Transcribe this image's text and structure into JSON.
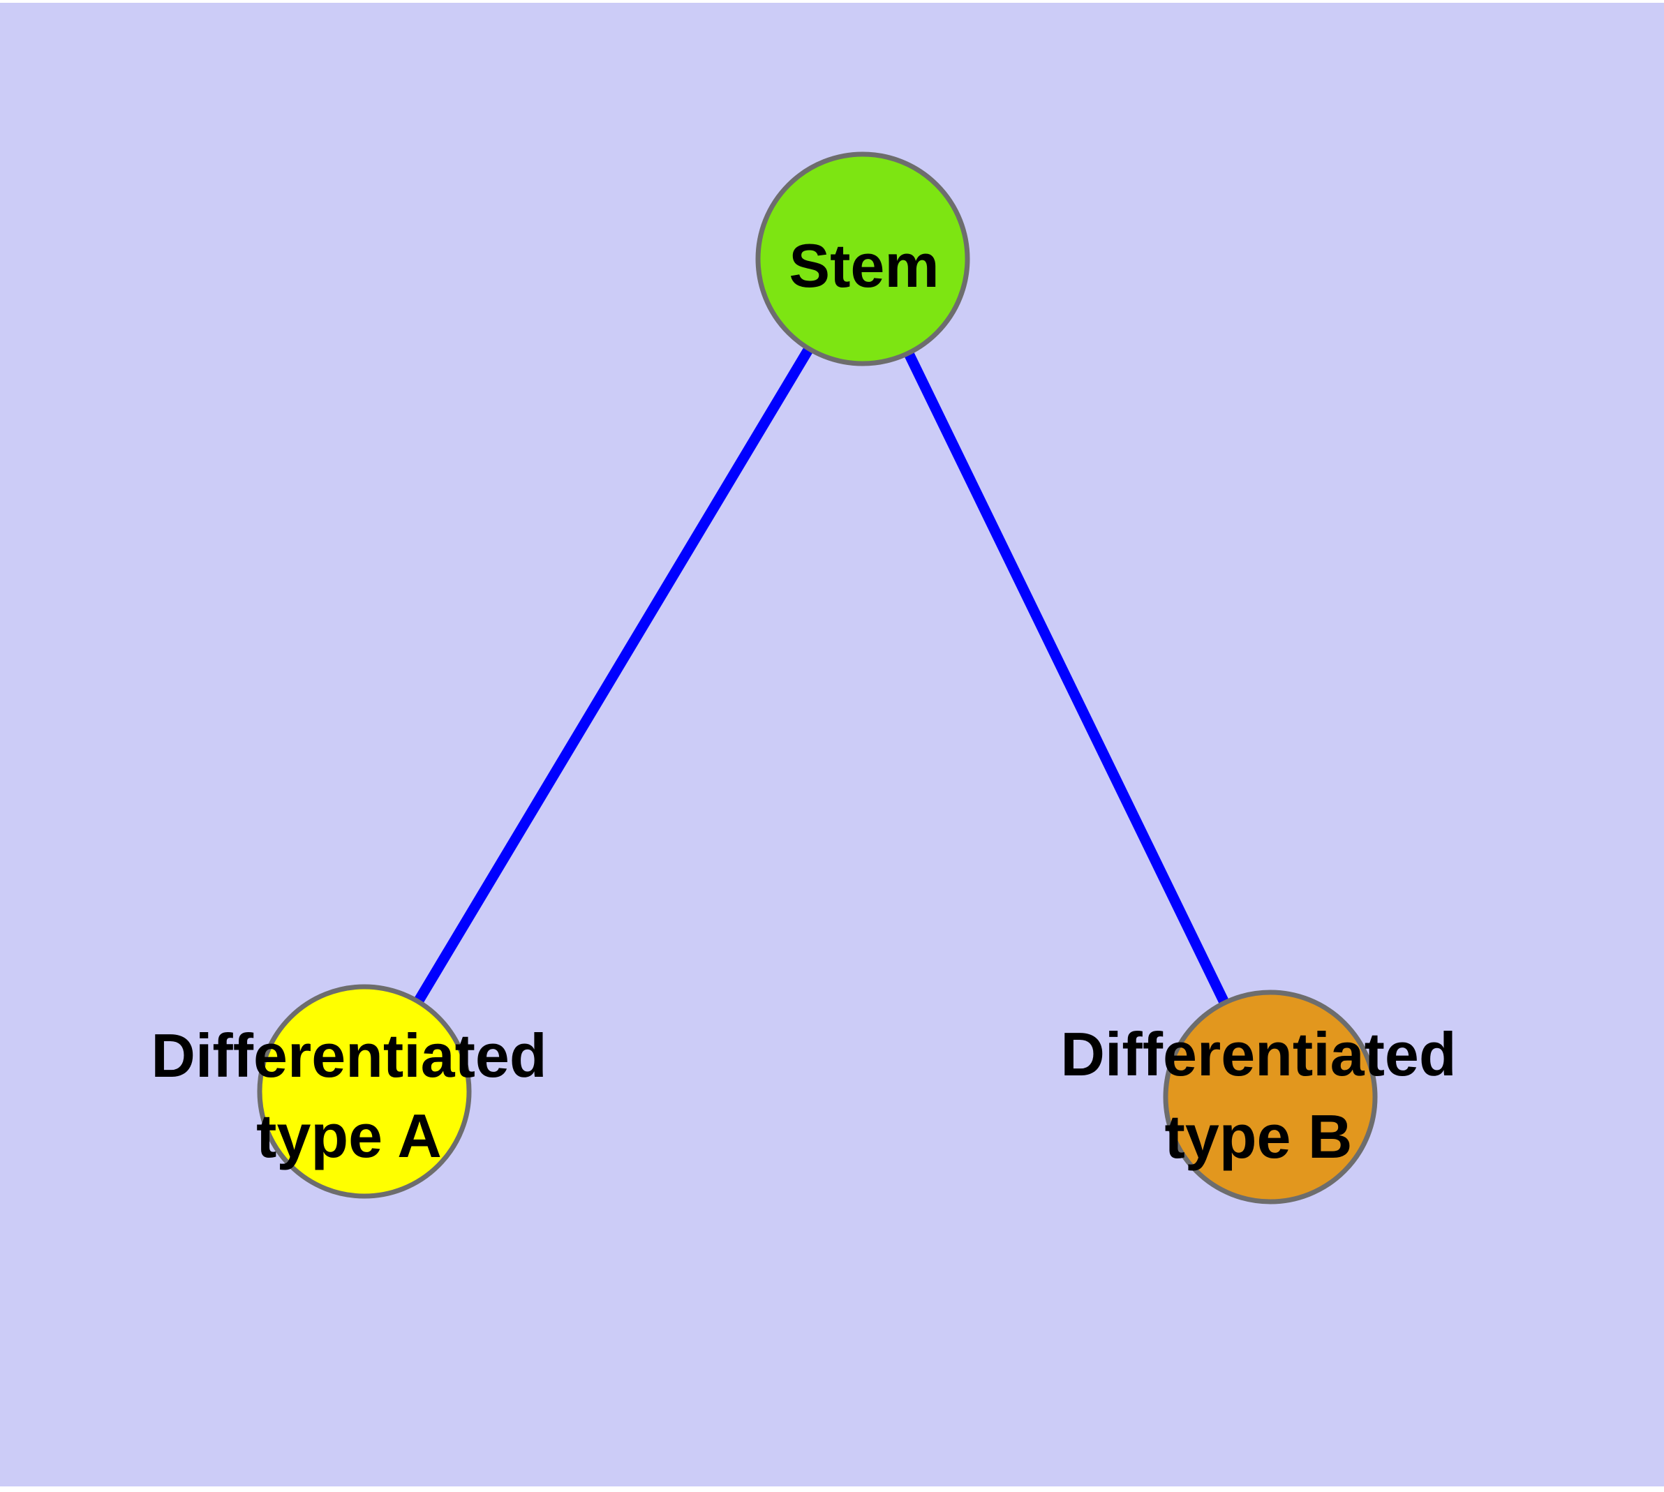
{
  "diagram": {
    "type": "graph",
    "colors": {
      "background": "#ccccf7",
      "edge": "#0000ff",
      "node_border": "#6d6d6d",
      "label_text": "#000000"
    },
    "nodes": [
      {
        "id": "stem",
        "label_lines": [
          "Stem"
        ],
        "color": "#7de512"
      },
      {
        "id": "differentiated-type-a",
        "label_lines": [
          "Differentiated",
          "type A"
        ],
        "color": "#ffff00"
      },
      {
        "id": "differentiated-type-b",
        "label_lines": [
          "Differentiated",
          "type B"
        ],
        "color": "#e2971e"
      }
    ],
    "edges": [
      {
        "from": "stem",
        "to": "differentiated-type-a"
      },
      {
        "from": "stem",
        "to": "differentiated-type-b"
      }
    ]
  }
}
